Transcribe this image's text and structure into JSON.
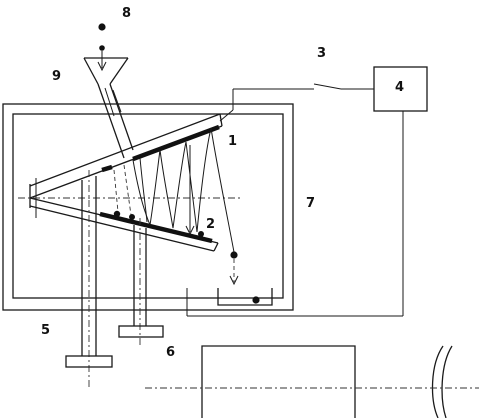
{
  "labels": {
    "inclined_plate_upper": "1",
    "inclined_plate_lower": "2",
    "switch": "3",
    "control_unit": "4",
    "support_left": "5",
    "support_right": "6",
    "outer_frame": "7",
    "particle": "8",
    "hopper": "9"
  },
  "colors": {
    "ink": "#111111",
    "background": "#ffffff"
  }
}
